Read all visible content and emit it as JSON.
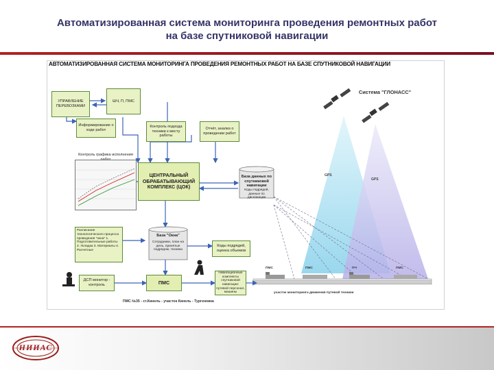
{
  "slide": {
    "title_line1": "Автоматизированная система мониторинга проведения ремонтных работ",
    "title_line2": "на базе спутниковой навигации"
  },
  "logo": {
    "text": "НИИАС"
  },
  "diagram": {
    "heading": "АВТОМАТИЗИРОВАННАЯ СИСТЕМА МОНИТОРИНГА ПРОВЕДЕНИЯ РЕМОНТНЫХ РАБОТ НА БАЗЕ СПУТНИКОВОЙ НАВИГАЦИИ",
    "boxes": {
      "upravlenie": "УПРАВЛЕНИЕ ПЕРЕВОЗКАМИ",
      "shch_p_pms": "ШЧ, П, ПМС",
      "inform": "Информирование о ходе работ",
      "kontrol_podhoda": "Контроль подхода техники к месту работы",
      "otchet": "Отчёт, анализ о проведении работ",
      "grafik": "Контроль графика исполнения работ",
      "con": "ЦЕНТРАЛЬНЫЙ ОБРАБАТЫВАЮЩИЙ КОМПЛЕКС (ЦОК)",
      "db_sat": "База данных по спутниковой навигации",
      "db_sat_sub": "Коды подрядей, данные по дислокации",
      "plan": "Расписание технологического процесса проведения \"окна\" 1. Подготовительные работы 2. Укладка 3. Материалы 4. Расчетные",
      "db_okno": "База \"Окна\"",
      "db_okno_sub": "Сотрудники, план на день, принятые подрядом, техника",
      "kody": "Коды подрядей, оценка объемов",
      "dsp": "ДСП монитор - контроль",
      "pms": "ПМС",
      "nav_units": "Навигационные комплекты спутниковой навигации: путевой персонал, машины"
    },
    "glonass": "Система \"ГЛОНАСС\"",
    "signal_left": "GPS",
    "signal_right": "GPS",
    "rail_labels": [
      "ПМС",
      "ПМС",
      "ПЧ",
      "ПМС"
    ],
    "bottom_caption": "ПМС №35 - ст.Кинель - участок Кинель - Тургеневка",
    "bottom_note": "участок мониторинга движения путевой техники"
  },
  "colors": {
    "title": "#333366",
    "accent_red": "#b22222",
    "box_fill": "#e9f2c4",
    "box_border": "#5a8a3a",
    "arrow_blue": "#3b63b8",
    "beam_cyan": "#a8dff2",
    "beam_violet": "#c7c2ee"
  }
}
